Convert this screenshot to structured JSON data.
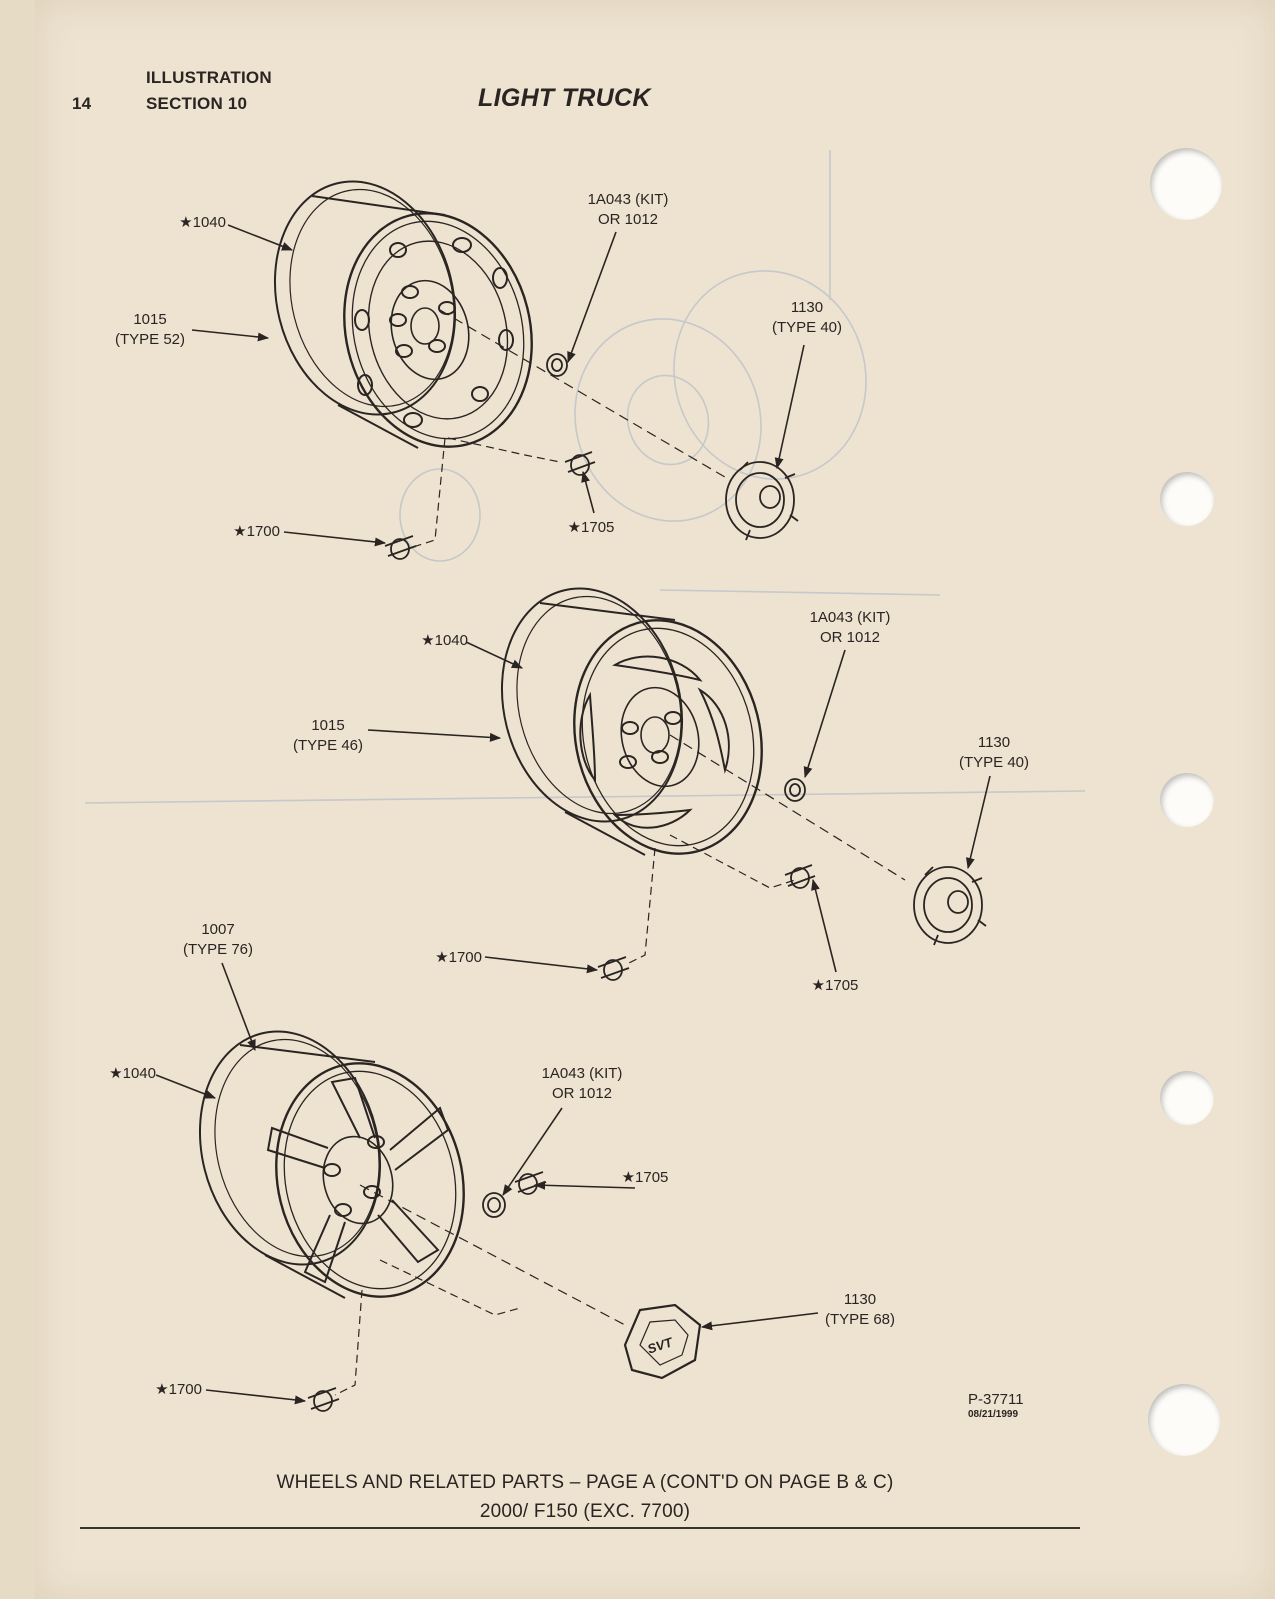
{
  "header": {
    "page_number": "14",
    "line1": "ILLUSTRATION",
    "line2": "SECTION 10",
    "title": "LIGHT TRUCK"
  },
  "wheel_top": {
    "star_1040": "★1040",
    "part_1015": "1015\n(TYPE 52)",
    "lugnut": "1A043 (KIT)\nOR 1012",
    "cap": "1130\n(TYPE 40)",
    "star_1700": "★1700",
    "star_1705": "★1705"
  },
  "wheel_middle": {
    "star_1040": "★1040",
    "part_1015": "1015\n(TYPE 46)",
    "lugnut": "1A043 (KIT)\nOR 1012",
    "cap": "1130\n(TYPE 40)",
    "star_1700": "★1700",
    "star_1705": "★1705"
  },
  "wheel_bottom": {
    "part_1007": "1007\n(TYPE 76)",
    "star_1040": "★1040",
    "lugnut": "1A043 (KIT)\nOR 1012",
    "star_1705": "★1705",
    "cap": "1130\n(TYPE 68)",
    "cap_logo": "SVT",
    "star_1700": "★1700"
  },
  "illustration_id": {
    "number": "P-37711",
    "date": "08/21/1999"
  },
  "footer": {
    "line1": "WHEELS AND RELATED PARTS – PAGE A (CONT'D ON PAGE B & C)",
    "line2": "2000/ F150 (EXC. 7700)"
  },
  "colors": {
    "paper": "#ede3d0",
    "ink": "#2a2522",
    "bleed_through": "#b6bcc4"
  }
}
